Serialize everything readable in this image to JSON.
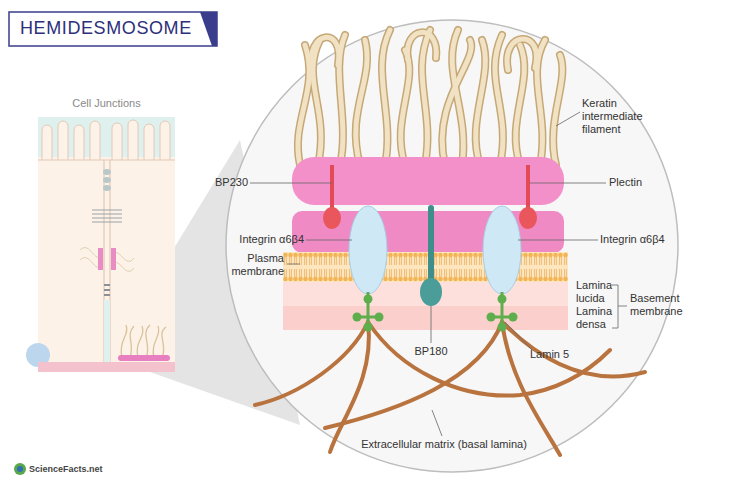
{
  "diagram": {
    "title": "HEMIDESMOSOME",
    "nodes": [
      {
        "text": [
          "Cell Junctions"
        ]
      }
    ],
    "labels": [
      "Keratin intermediate filament",
      "BP230",
      "Plectin",
      "Integrin α6β4",
      "Integrin α6β4",
      "Plasma membrane",
      "Lamina lucida",
      "Lamina densa",
      "Basement membrane",
      "BP180",
      "Lamin 5",
      "Extracellular matrix (basal lamina)",
      "ScienceFacts.net"
    ]
  }
}
